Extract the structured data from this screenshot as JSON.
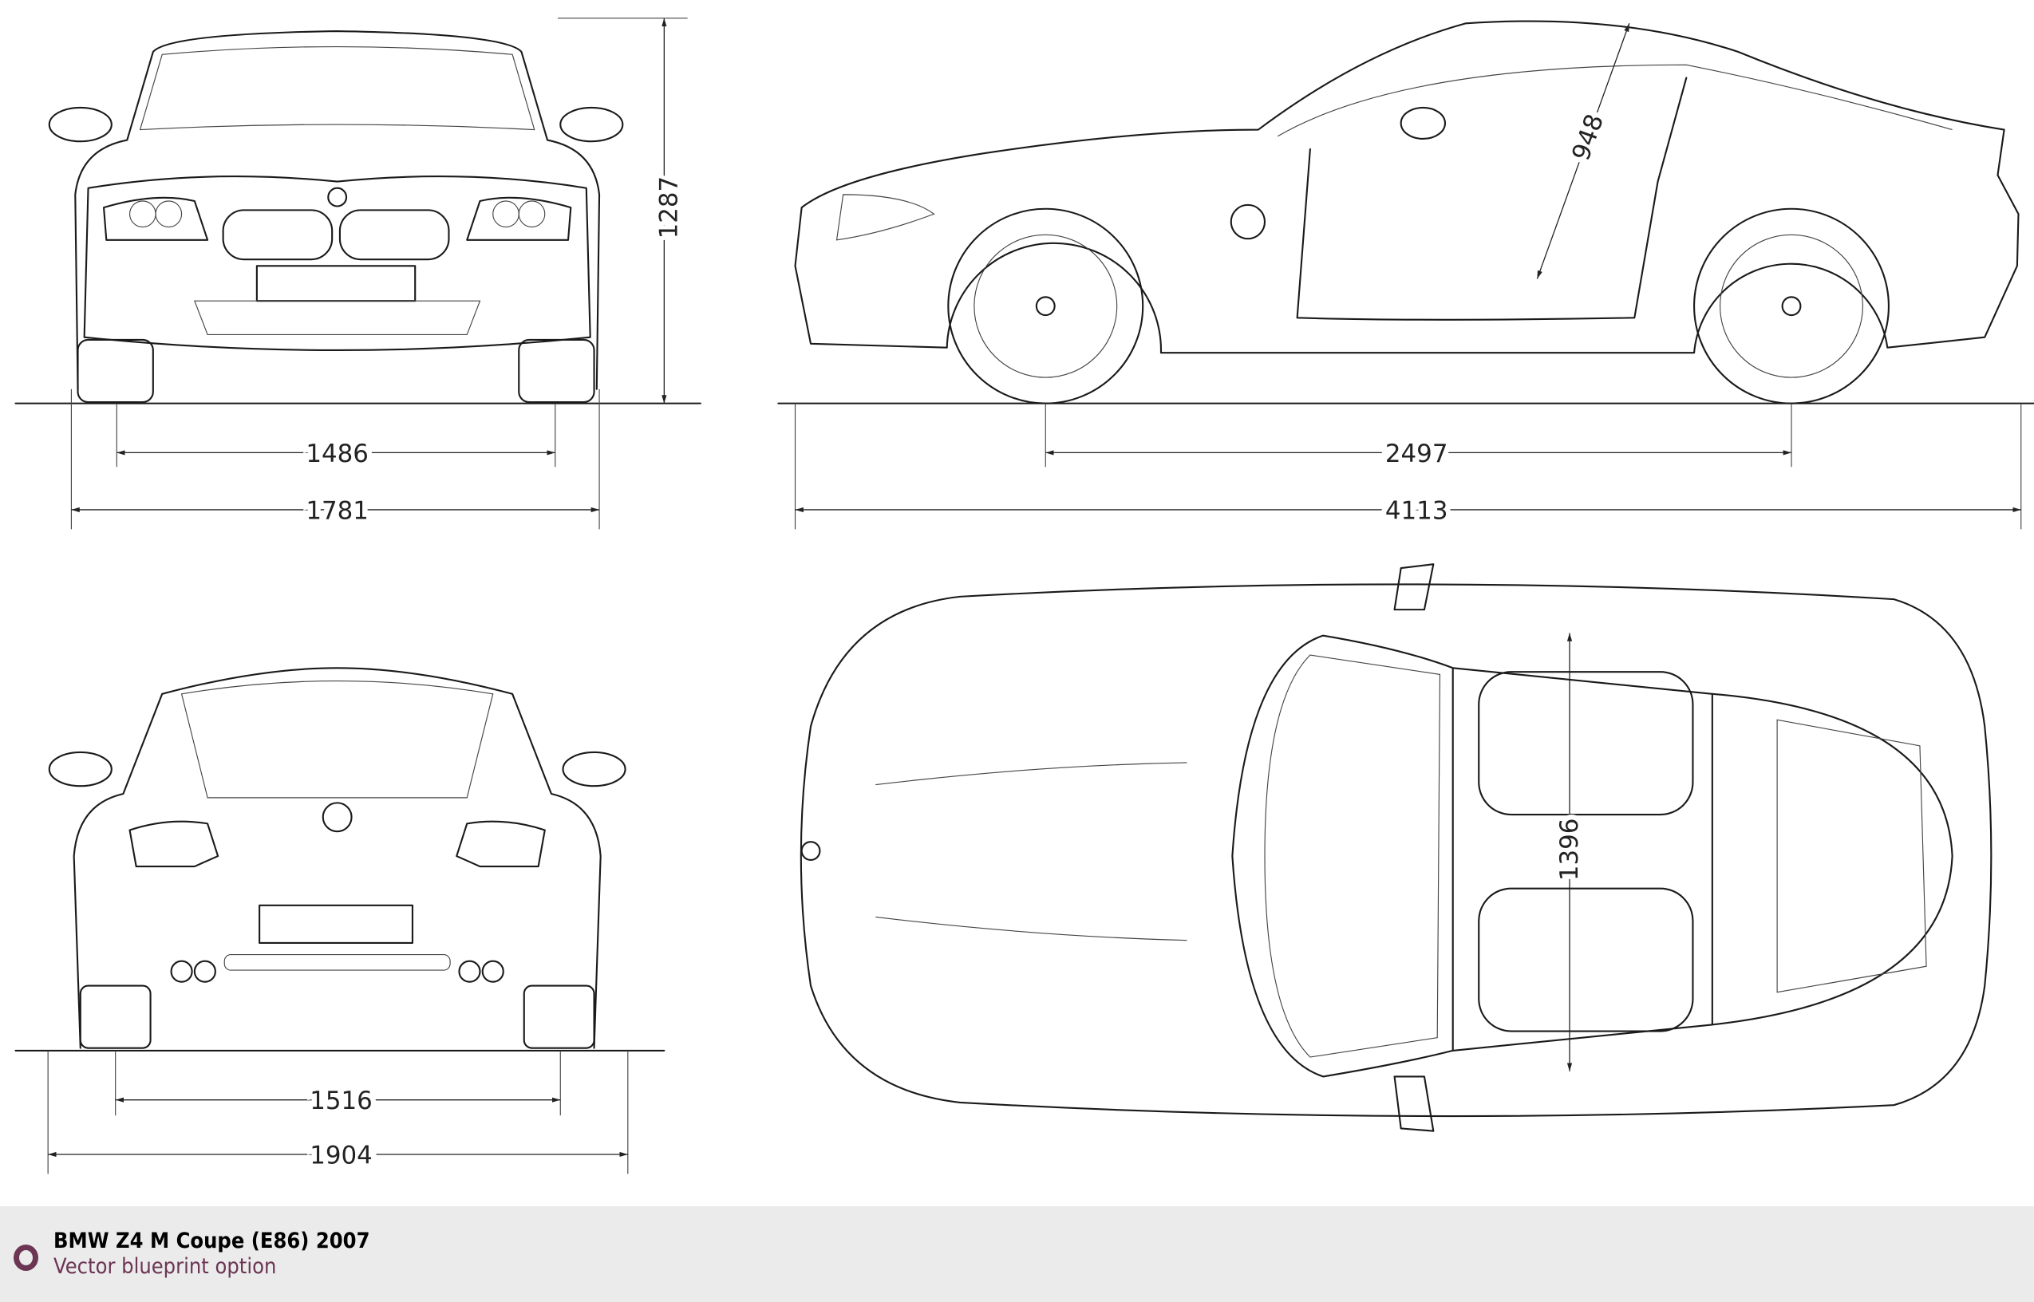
{
  "dimensions": {
    "front_height": "1287",
    "front_track": "1486",
    "front_width": "1781",
    "wheelbase": "2497",
    "length": "4113",
    "door_opening": "948",
    "rear_track": "1516",
    "rear_width": "1904",
    "interior_width": "1396"
  },
  "footer": {
    "title": "BMW Z4 M Coupe (E86) 2007",
    "subtitle": "Vector blueprint option",
    "accent_color": "#6b3553"
  }
}
